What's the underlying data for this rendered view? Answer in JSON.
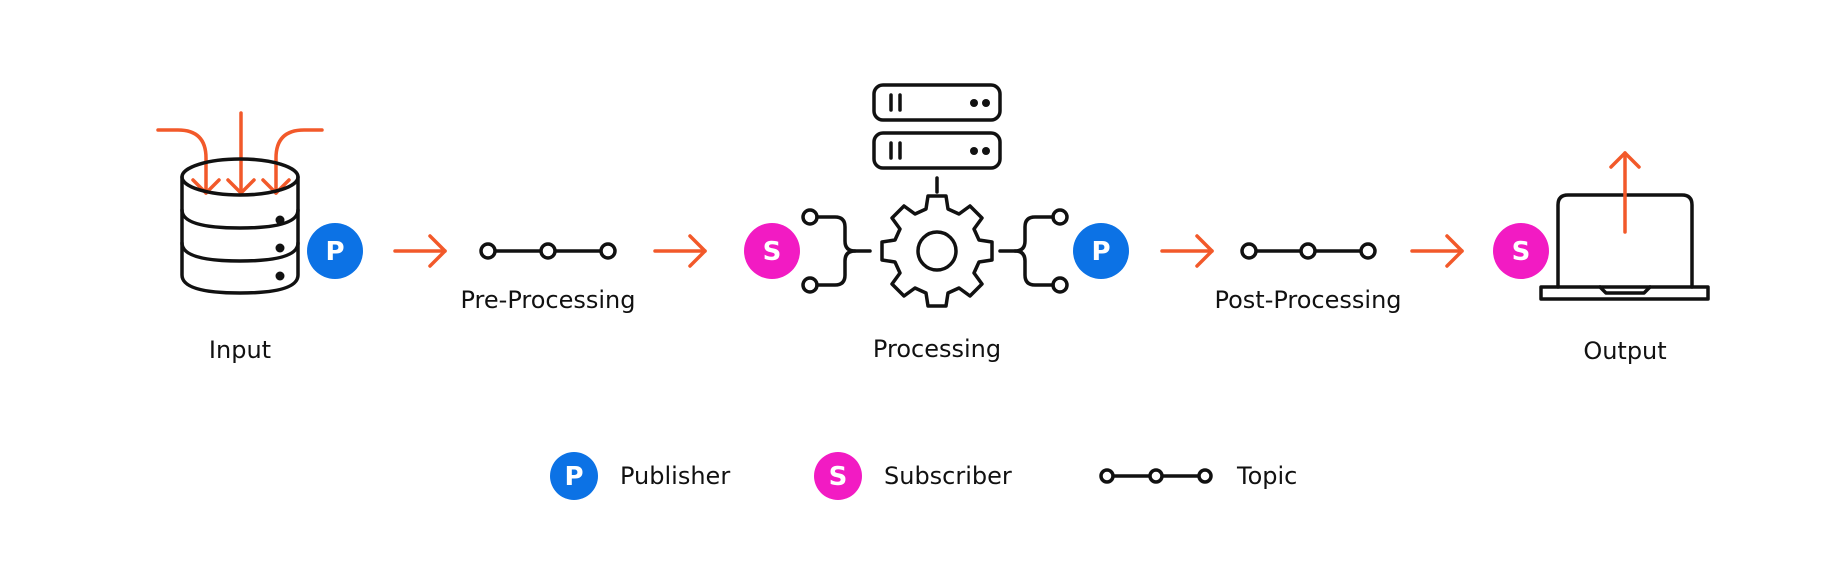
{
  "colors": {
    "publisher": "#0c72e5",
    "subscriber": "#f21bc3",
    "arrow": "#f2592a",
    "line": "#111111"
  },
  "badges": {
    "publisher_letter": "P",
    "subscriber_letter": "S"
  },
  "stages": {
    "input": "Input",
    "pre_processing": "Pre-Processing",
    "processing": "Processing",
    "post_processing": "Post-Processing",
    "output": "Output"
  },
  "legend": {
    "publisher": "Publisher",
    "subscriber": "Subscriber",
    "topic": "Topic"
  },
  "icons": [
    "database-icon",
    "gear-icon",
    "server-icon",
    "laptop-icon",
    "topic-icon",
    "arrow-right-icon"
  ]
}
